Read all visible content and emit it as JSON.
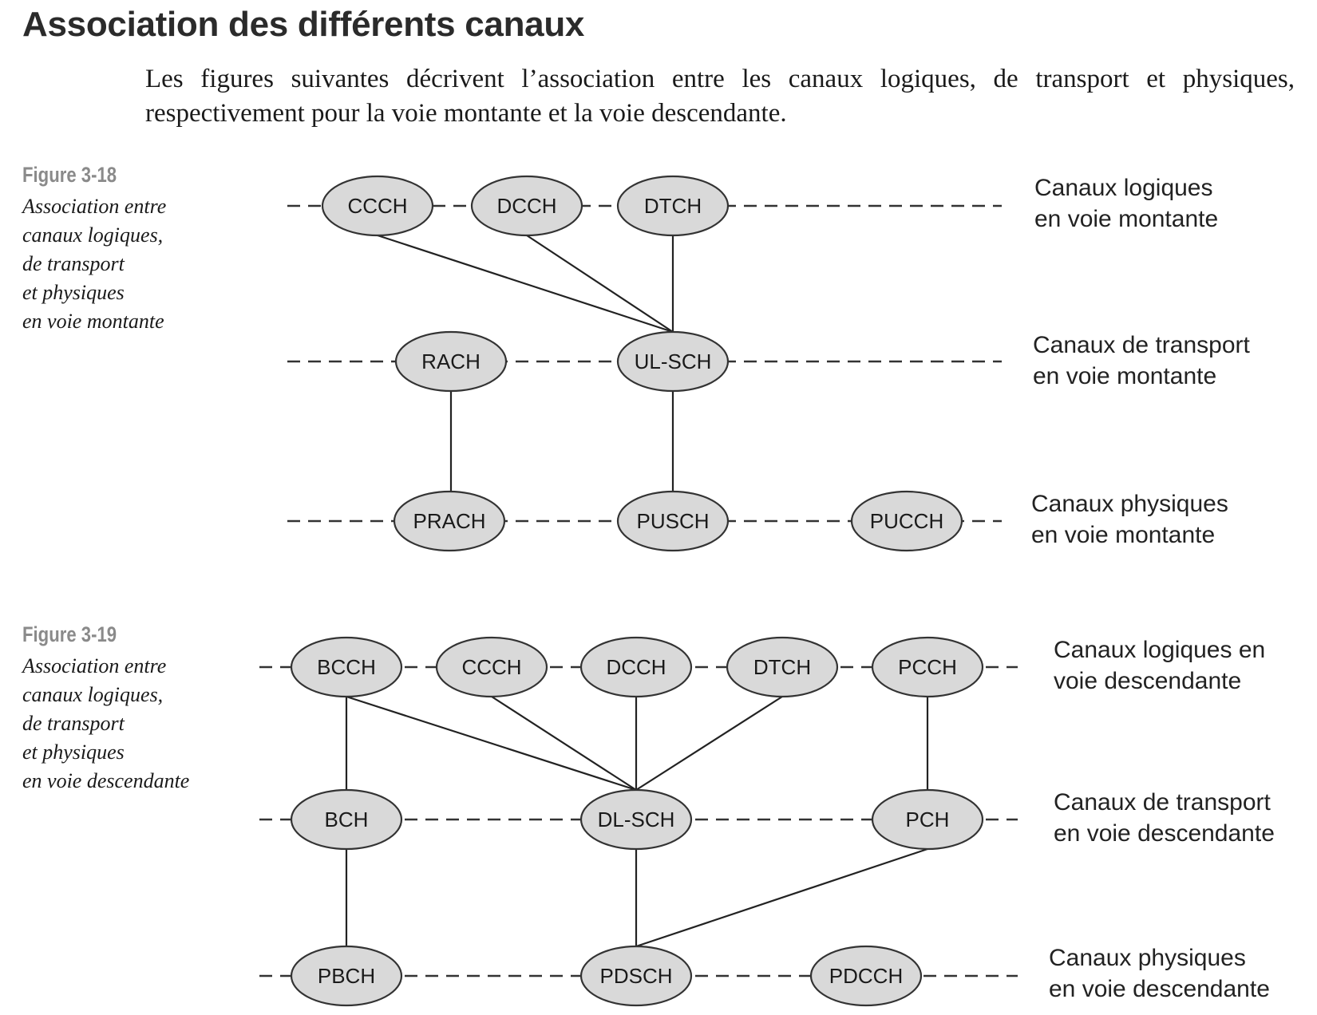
{
  "heading": "Association des différents canaux",
  "intro": {
    "line1": "Les figures suivantes décrivent l’association entre les canaux logiques, de transport et physiques,",
    "line2": "respectivement pour la voie montante et la voie descendante."
  },
  "figure18": {
    "number": "Figure 3-18",
    "caption": [
      "Association entre",
      "canaux logiques,",
      "de transport",
      "et physiques",
      "en voie montante"
    ],
    "row_labels": {
      "logical": [
        "Canaux logiques",
        "en voie montante"
      ],
      "transport": [
        "Canaux de transport",
        "en voie montante"
      ],
      "physical": [
        "Canaux physiques",
        "en voie montante"
      ]
    },
    "nodes": {
      "ccch": "CCCH",
      "dcch": "DCCH",
      "dtch": "DTCH",
      "rach": "RACH",
      "ulsch": "UL-SCH",
      "prach": "PRACH",
      "pusch": "PUSCH",
      "pucch": "PUCCH"
    }
  },
  "figure19": {
    "number": "Figure 3-19",
    "caption": [
      "Association entre",
      "canaux logiques,",
      "de transport",
      "et physiques",
      "en voie descendante"
    ],
    "row_labels": {
      "logical": [
        "Canaux logiques en",
        "voie descendante"
      ],
      "transport": [
        "Canaux de transport",
        "en voie descendante"
      ],
      "physical": [
        "Canaux physiques",
        "en voie descendante"
      ]
    },
    "nodes": {
      "bcch": "BCCH",
      "ccch": "CCCH",
      "dcch": "DCCH",
      "dtch": "DTCH",
      "pcch": "PCCH",
      "bch": "BCH",
      "dlsch": "DL-SCH",
      "pch": "PCH",
      "pbch": "PBCH",
      "pdsch": "PDSCH",
      "pdcch": "PDCCH"
    }
  },
  "colors": {
    "node_fill": "#d9d9d9",
    "stroke": "#333333",
    "figure_number": "#8a8a8a"
  }
}
